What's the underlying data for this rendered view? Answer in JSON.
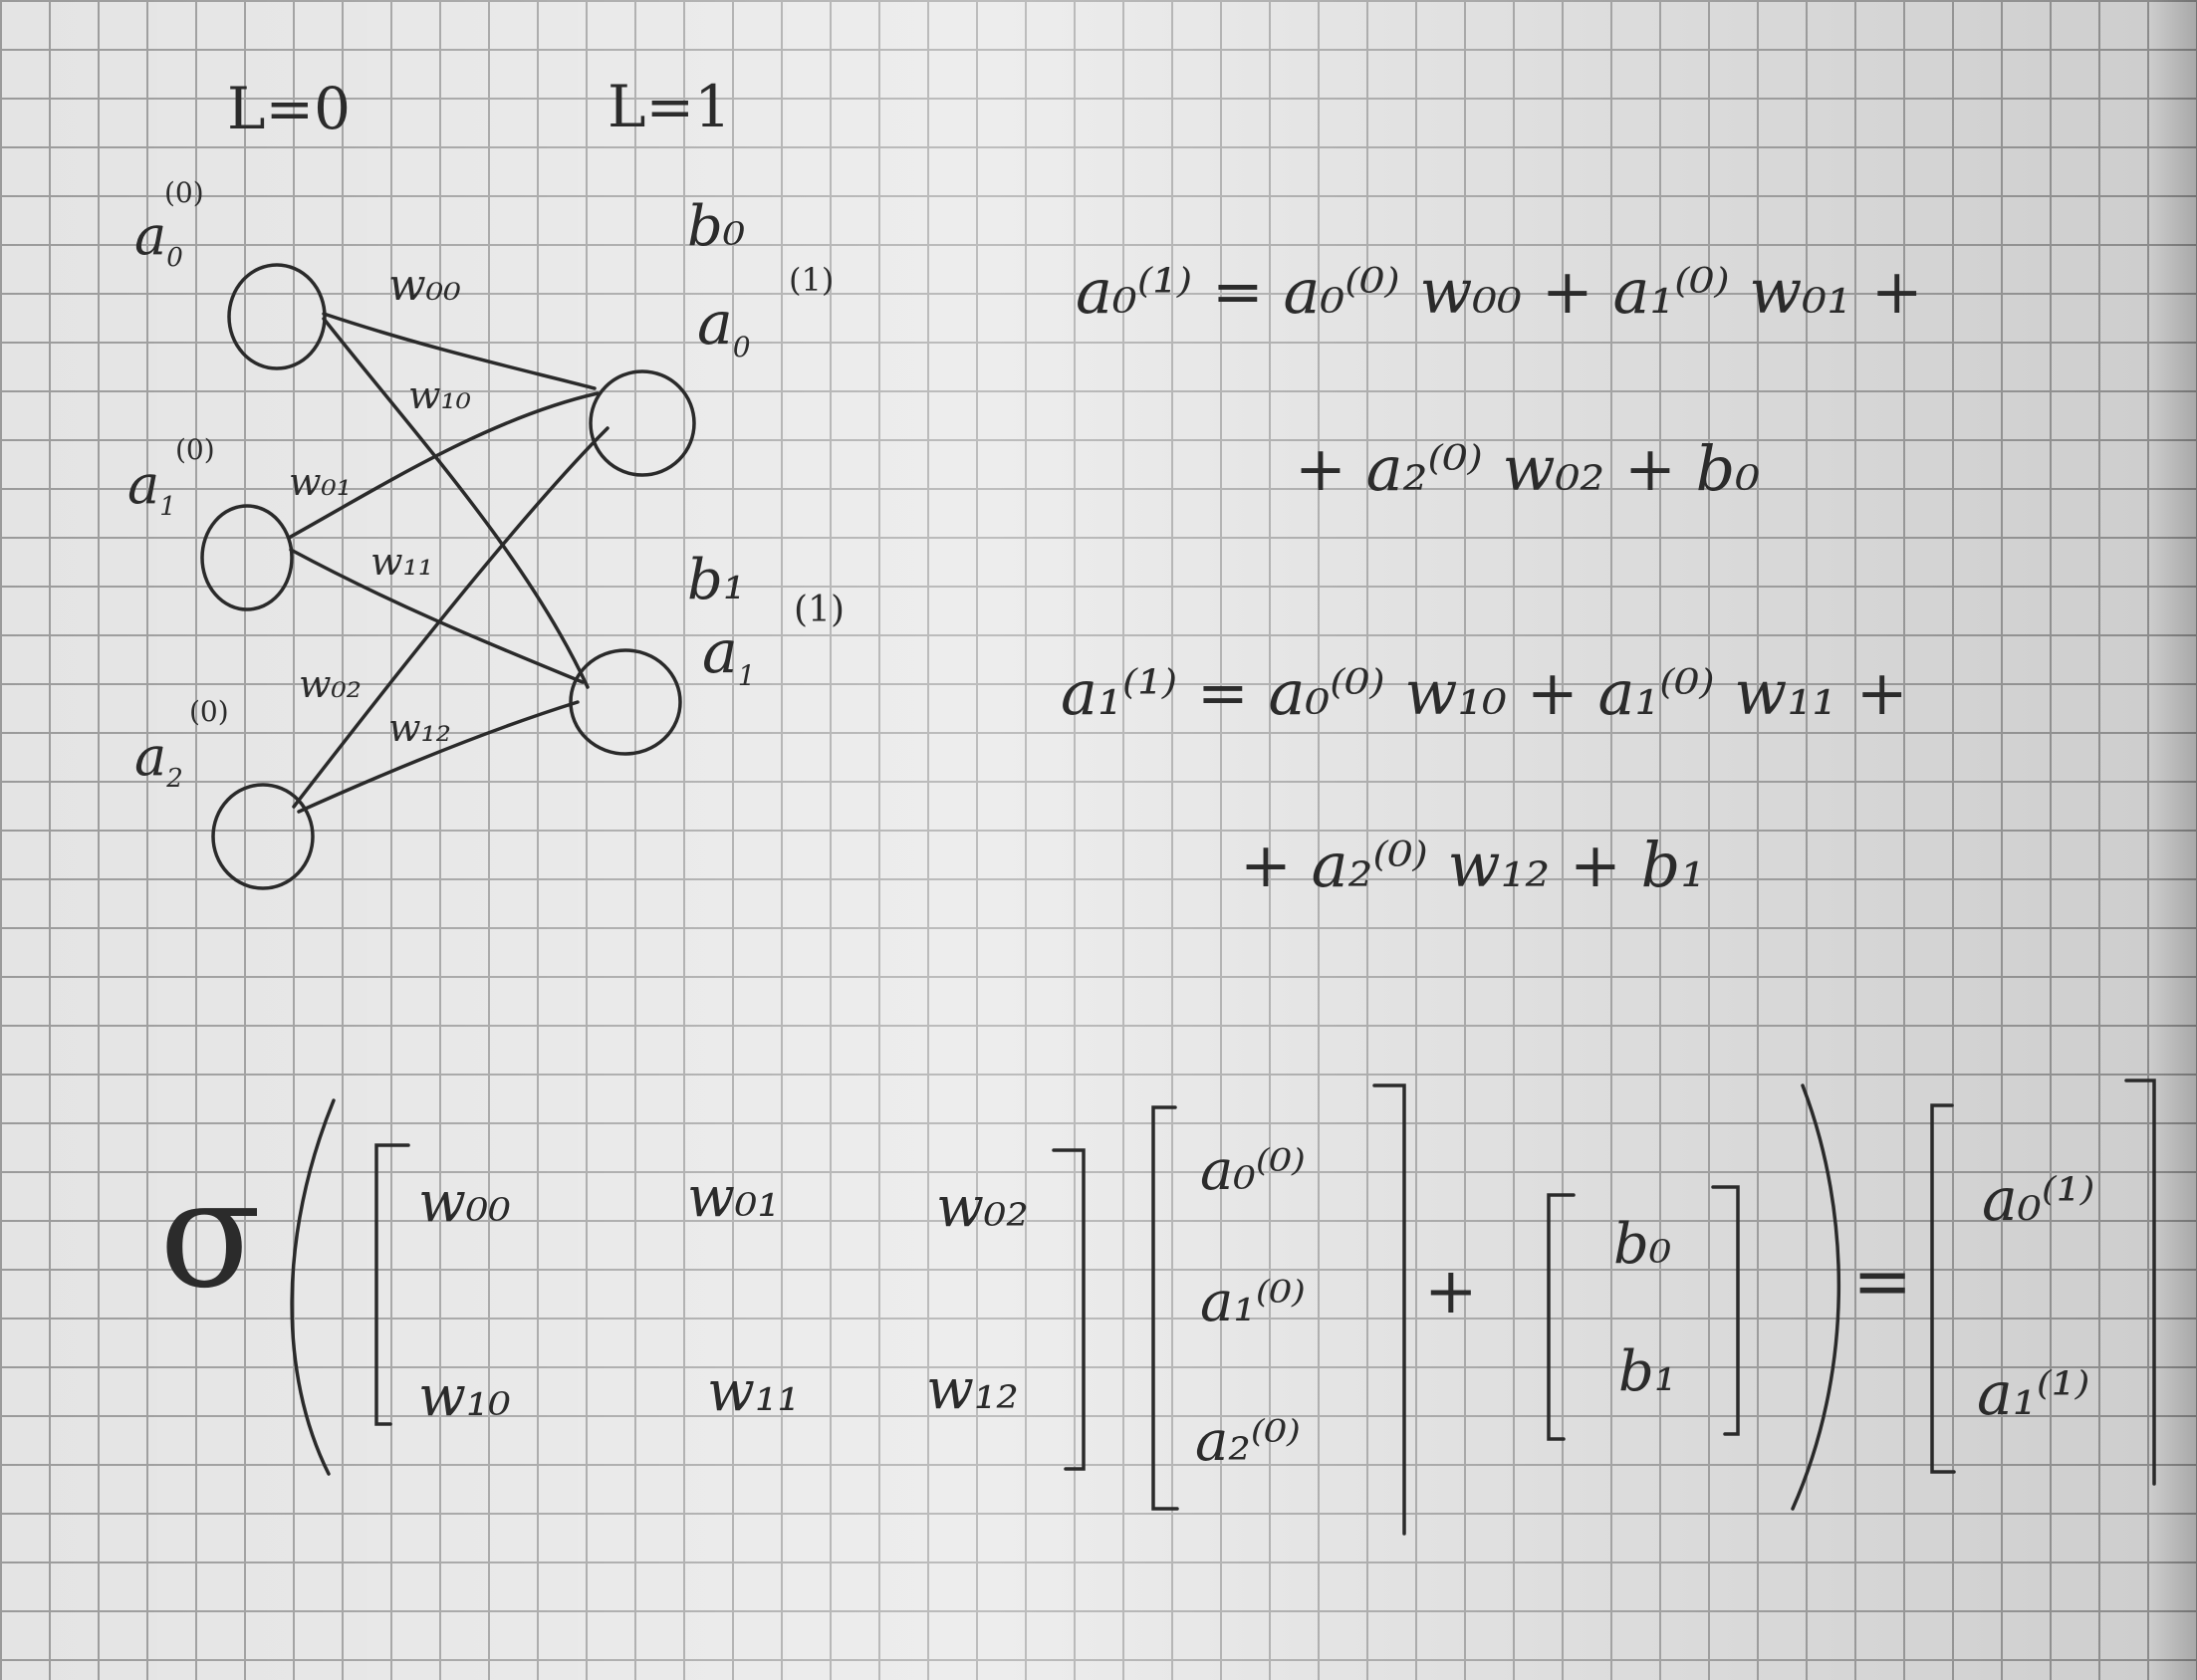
{
  "layers": {
    "input_label": "L=0",
    "hidden_label": "L=1"
  },
  "nodes": {
    "a0_0": {
      "base": "a",
      "sub": "0",
      "sup": "(0)"
    },
    "a1_0": {
      "base": "a",
      "sub": "1",
      "sup": "(0)"
    },
    "a2_0": {
      "base": "a",
      "sub": "2",
      "sup": "(0)"
    },
    "a0_1": {
      "base": "a",
      "sub": "0",
      "sup": "(1)"
    },
    "a1_1": {
      "base": "a",
      "sub": "1",
      "sup": "(1)"
    }
  },
  "biases": {
    "b0": "b₀",
    "b1": "b₁"
  },
  "edge_labels": {
    "w00": "w₀₀",
    "w10": "w₁₀",
    "w01": "w₀₁",
    "w11": "w₁₁",
    "w02": "w₀₂",
    "w12": "w₁₂"
  },
  "equations": {
    "eq1_line1": "a₀⁽¹⁾ = a₀⁽⁰⁾ w₀₀ + a₁⁽⁰⁾ w₀₁ +",
    "eq1_line2": "+ a₂⁽⁰⁾ w₀₂ + b₀",
    "eq2_line1": "a₁⁽¹⁾ = a₀⁽⁰⁾ w₁₀ + a₁⁽⁰⁾ w₁₁ +",
    "eq2_line2": "+ a₂⁽⁰⁾ w₁₂ + b₁"
  },
  "matrix_form": {
    "sigma": "σ",
    "weights": [
      [
        "w₀₀",
        "w₀₁",
        "w₀₂"
      ],
      [
        "w₁₀",
        "w₁₁",
        "w₁₂"
      ]
    ],
    "inputs": [
      "a₀⁽⁰⁾",
      "a₁⁽⁰⁾",
      "a₂⁽⁰⁾"
    ],
    "plus": "+",
    "bias_vector": [
      "b₀",
      "b₁"
    ],
    "equals": "=",
    "outputs": [
      "a₀⁽¹⁾",
      "a₁⁽¹⁾"
    ]
  }
}
